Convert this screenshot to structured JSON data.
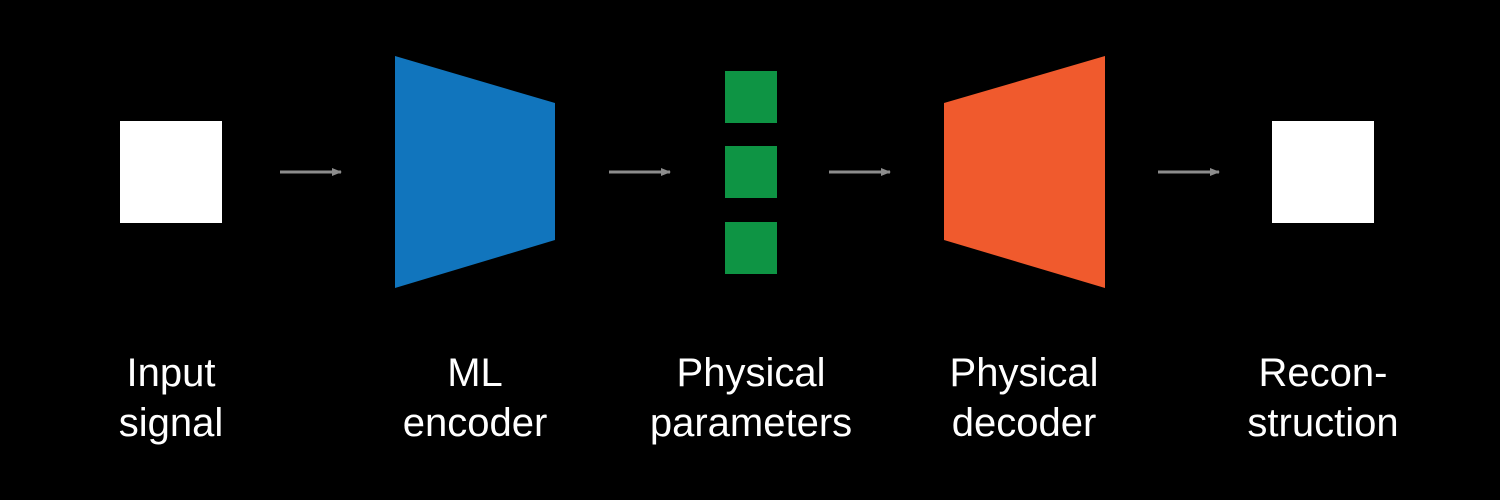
{
  "colors": {
    "background": "#000000",
    "input": "#ffffff",
    "encoder": "#1175bd",
    "parameters": "#0e9444",
    "decoder": "#f05a2d",
    "output": "#ffffff",
    "arrow": "#8c8c8c",
    "text": "#ffffff"
  },
  "steps": [
    {
      "name": "input",
      "line1": "Input",
      "line2": "signal"
    },
    {
      "name": "encoder",
      "line1": "ML",
      "line2": "encoder"
    },
    {
      "name": "parameters",
      "line1": "Physical",
      "line2": "parameters"
    },
    {
      "name": "decoder",
      "line1": "Physical",
      "line2": "decoder"
    },
    {
      "name": "output",
      "line1": "Recon-",
      "line2": "struction"
    }
  ]
}
